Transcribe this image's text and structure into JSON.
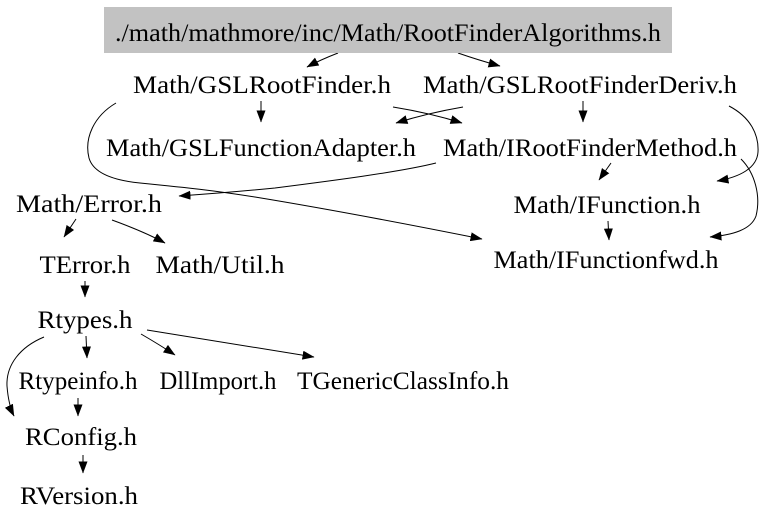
{
  "diagram": {
    "type": "include-dependency-graph",
    "highlight_fill": "#c2c2c2",
    "edge_color": "#000000",
    "text_color": "#000000",
    "background": "#ffffff",
    "nodes": [
      {
        "id": "root",
        "label": "./math/mathmore/inc/Math/RootFinderAlgorithms.h",
        "highlighted": true
      },
      {
        "id": "gslrootfinder",
        "label": "Math/GSLRootFinder.h"
      },
      {
        "id": "gslrootfinderderiv",
        "label": "Math/GSLRootFinderDeriv.h"
      },
      {
        "id": "gslfunctionadapter",
        "label": "Math/GSLFunctionAdapter.h"
      },
      {
        "id": "irootfindermethod",
        "label": "Math/IRootFinderMethod.h"
      },
      {
        "id": "error",
        "label": "Math/Error.h"
      },
      {
        "id": "ifunction",
        "label": "Math/IFunction.h"
      },
      {
        "id": "terror",
        "label": "TError.h"
      },
      {
        "id": "util",
        "label": "Math/Util.h"
      },
      {
        "id": "ifunctionfwd",
        "label": "Math/IFunctionfwd.h"
      },
      {
        "id": "rtypes",
        "label": "Rtypes.h"
      },
      {
        "id": "rtypeinfo",
        "label": "Rtypeinfo.h"
      },
      {
        "id": "dllimport",
        "label": "DllImport.h"
      },
      {
        "id": "tgenericclassinfo",
        "label": "TGenericClassInfo.h"
      },
      {
        "id": "rconfig",
        "label": "RConfig.h"
      },
      {
        "id": "rversion",
        "label": "RVersion.h"
      }
    ],
    "edges": [
      {
        "from": "root",
        "to": "gslrootfinder"
      },
      {
        "from": "root",
        "to": "gslrootfinderderiv"
      },
      {
        "from": "gslrootfinder",
        "to": "gslfunctionadapter"
      },
      {
        "from": "gslrootfinder",
        "to": "irootfindermethod"
      },
      {
        "from": "gslrootfinder",
        "to": "ifunctionfwd"
      },
      {
        "from": "gslrootfinderderiv",
        "to": "gslfunctionadapter"
      },
      {
        "from": "gslrootfinderderiv",
        "to": "irootfindermethod"
      },
      {
        "from": "gslrootfinderderiv",
        "to": "ifunction"
      },
      {
        "from": "irootfindermethod",
        "to": "error"
      },
      {
        "from": "irootfindermethod",
        "to": "ifunction"
      },
      {
        "from": "irootfindermethod",
        "to": "ifunctionfwd"
      },
      {
        "from": "ifunction",
        "to": "ifunctionfwd"
      },
      {
        "from": "error",
        "to": "terror"
      },
      {
        "from": "error",
        "to": "util"
      },
      {
        "from": "terror",
        "to": "rtypes"
      },
      {
        "from": "rtypes",
        "to": "rtypeinfo"
      },
      {
        "from": "rtypes",
        "to": "dllimport"
      },
      {
        "from": "rtypes",
        "to": "tgenericclassinfo"
      },
      {
        "from": "rtypes",
        "to": "rconfig"
      },
      {
        "from": "rtypeinfo",
        "to": "rconfig"
      },
      {
        "from": "rconfig",
        "to": "rversion"
      }
    ]
  }
}
